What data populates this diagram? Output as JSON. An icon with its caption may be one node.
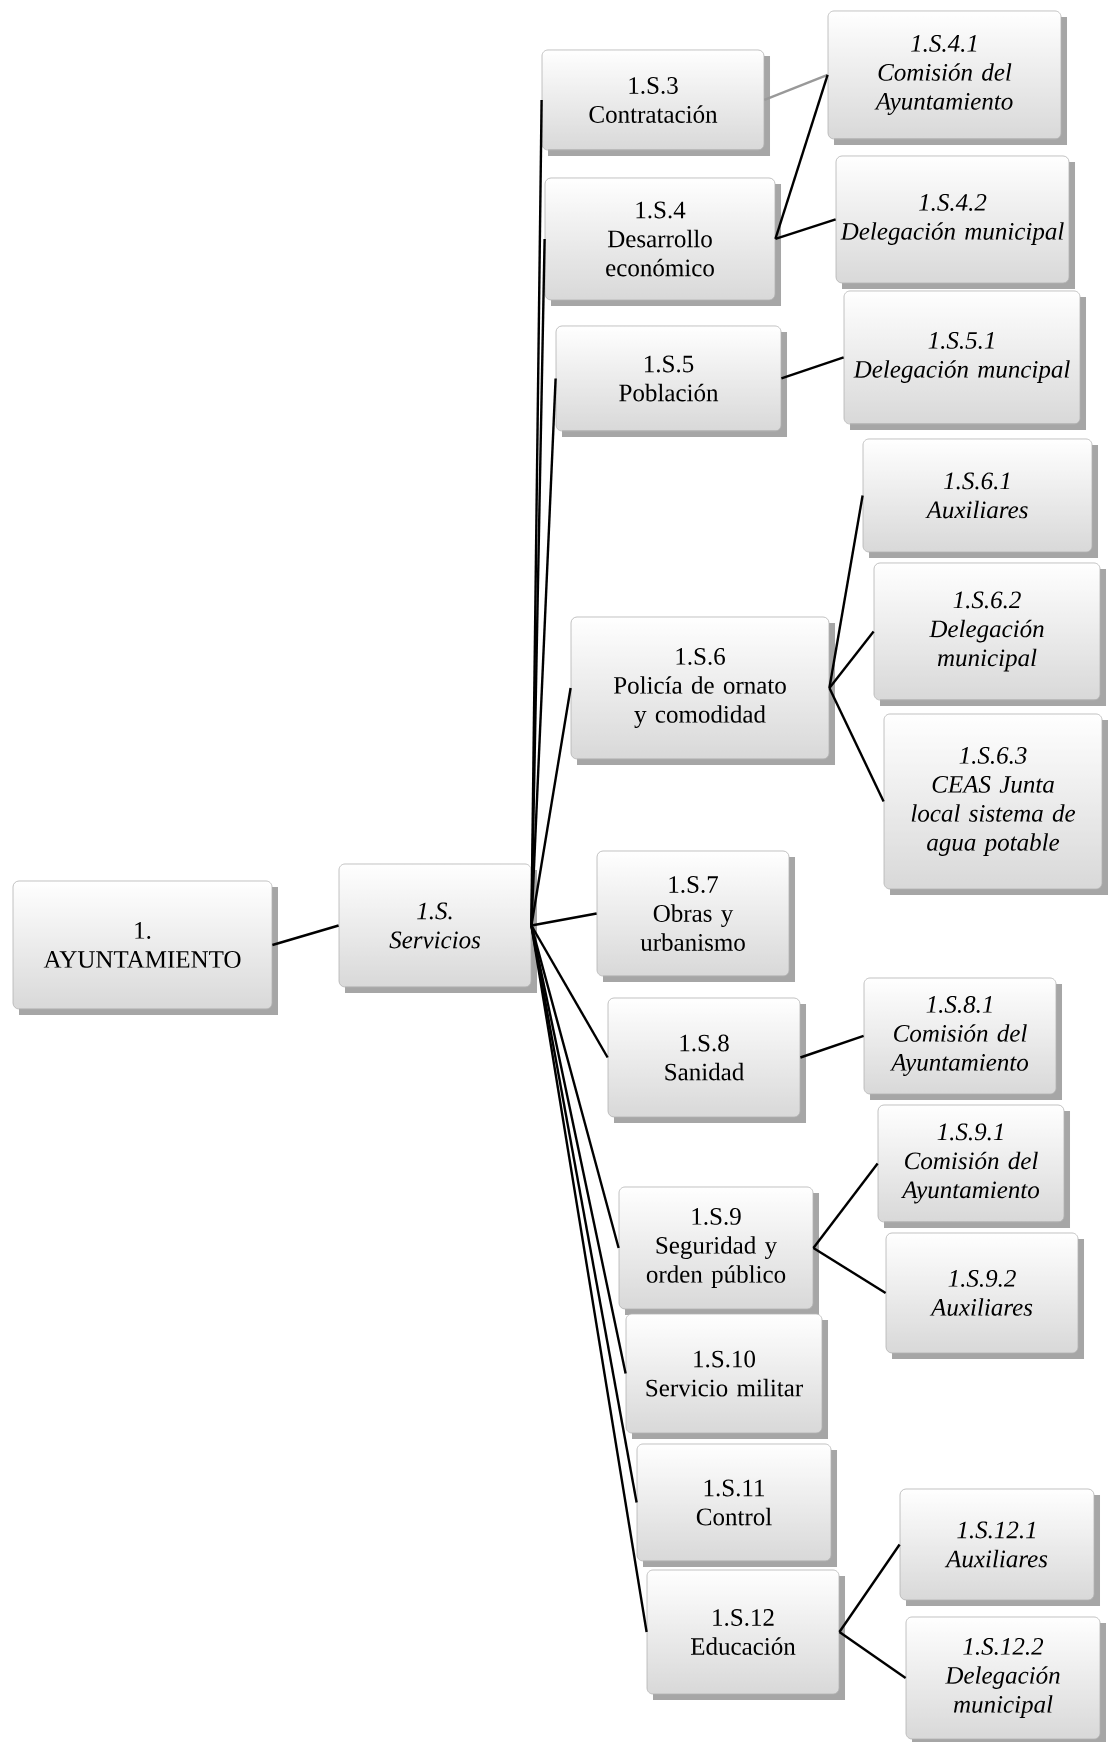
{
  "diagram": {
    "nodes": [
      {
        "text": [
          "1.",
          "AYUNTAMIENTO"
        ]
      },
      {
        "text": [
          "1.S.",
          "Servicios"
        ]
      },
      {
        "text": [
          "1.S.3",
          "Contratación"
        ]
      },
      {
        "text": [
          "1.S.4.1",
          "Comisión del Ayuntamiento"
        ]
      },
      {
        "text": [
          "1.S.4",
          "Desarrollo económico"
        ]
      },
      {
        "text": [
          "1.S.4.2",
          "Delegación municipal"
        ]
      },
      {
        "text": [
          "1.S.5",
          "Población"
        ]
      },
      {
        "text": [
          "1.S.5.1",
          "Delegación muncipal"
        ]
      },
      {
        "text": [
          "1.S.6.1",
          "Auxiliares"
        ]
      },
      {
        "text": [
          "1.S.6",
          "Policía de ornato y comodidad"
        ]
      },
      {
        "text": [
          "1.S.6.2",
          "Delegación municipal"
        ]
      },
      {
        "text": [
          "1.S.6.3",
          "CEAS Junta local sistema de agua potable"
        ]
      },
      {
        "text": [
          "1.S.7",
          "Obras y urbanismo"
        ]
      },
      {
        "text": [
          "1.S.8",
          "Sanidad"
        ]
      },
      {
        "text": [
          "1.S.8.1",
          "Comisión del Ayuntamiento"
        ]
      },
      {
        "text": [
          "1.S.9.1",
          "Comisión del Ayuntamiento"
        ]
      },
      {
        "text": [
          "1.S.9",
          "Seguridad y orden público"
        ]
      },
      {
        "text": [
          "1.S.9.2",
          "Auxiliares"
        ]
      },
      {
        "text": [
          "1.S.10",
          "Servicio militar"
        ]
      },
      {
        "text": [
          "1.S.11",
          "Control"
        ]
      },
      {
        "text": [
          "1.S.12.1",
          "Auxiliares"
        ]
      },
      {
        "text": [
          "1.S.12",
          "Educación"
        ]
      },
      {
        "text": [
          "1.S.12.2",
          "Delegación municipal"
        ]
      }
    ],
    "edges": [
      {
        "from": 0,
        "to": 1,
        "arrow": "none"
      },
      {
        "from": 1,
        "to": 2,
        "arrow": "none"
      },
      {
        "from": 1,
        "to": 4,
        "arrow": "none"
      },
      {
        "from": 1,
        "to": 6,
        "arrow": "none"
      },
      {
        "from": 1,
        "to": 9,
        "arrow": "none"
      },
      {
        "from": 1,
        "to": 12,
        "arrow": "none"
      },
      {
        "from": 1,
        "to": 13,
        "arrow": "none"
      },
      {
        "from": 1,
        "to": 16,
        "arrow": "none"
      },
      {
        "from": 1,
        "to": 18,
        "arrow": "none"
      },
      {
        "from": 1,
        "to": 19,
        "arrow": "none"
      },
      {
        "from": 1,
        "to": 21,
        "arrow": "none"
      },
      {
        "from": 2,
        "to": 3,
        "arrow": "none",
        "color": "#999999"
      },
      {
        "from": 4,
        "to": 3,
        "arrow": "none"
      },
      {
        "from": 4,
        "to": 5,
        "arrow": "none"
      },
      {
        "from": 6,
        "to": 7,
        "arrow": "none"
      },
      {
        "from": 9,
        "to": 8,
        "arrow": "none"
      },
      {
        "from": 9,
        "to": 10,
        "arrow": "none"
      },
      {
        "from": 9,
        "to": 11,
        "arrow": "none"
      },
      {
        "from": 13,
        "to": 14,
        "arrow": "none"
      },
      {
        "from": 16,
        "to": 15,
        "arrow": "none"
      },
      {
        "from": 16,
        "to": 17,
        "arrow": "none"
      },
      {
        "from": 21,
        "to": 20,
        "arrow": "none"
      },
      {
        "from": 21,
        "to": 22,
        "arrow": "none"
      }
    ]
  }
}
